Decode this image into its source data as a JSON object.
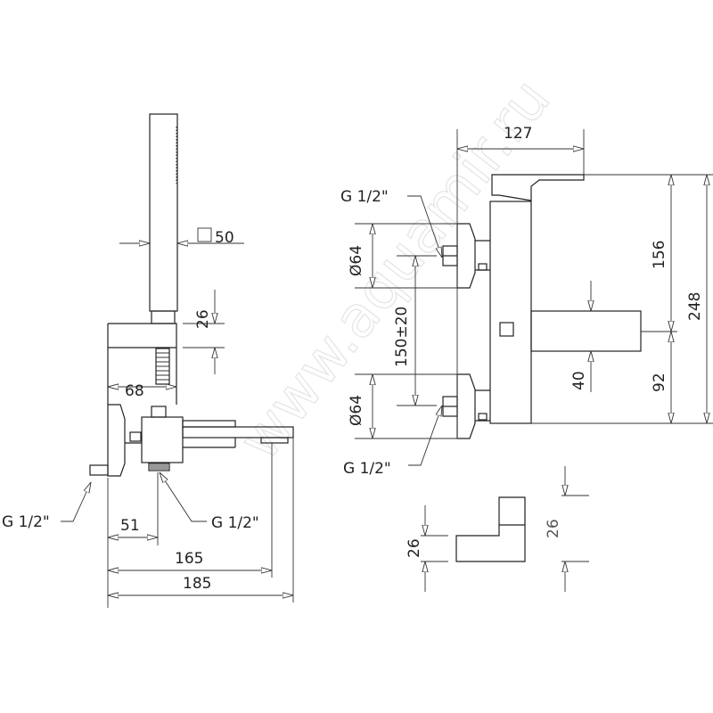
{
  "watermark": "www.aquamir.ru",
  "hand_shower_view": {
    "square_size_label": "50",
    "holder_height_label": "26",
    "holder_width_label": "68"
  },
  "side_view": {
    "inlet_label": "G 1/2\"",
    "outlet_label": "G 1/2\"",
    "dim_51": "51",
    "dim_165": "165",
    "dim_185": "185"
  },
  "front_view": {
    "dim_127": "127",
    "upper_inlet_label": "G 1/2\"",
    "lower_inlet_label": "G  1/2\"",
    "upper_diameter_label": "Ø64",
    "lower_diameter_label": "Ø64",
    "center_distance_label": "150±20",
    "spout_height_label": "40",
    "dim_156": "156",
    "dim_92": "92",
    "dim_248": "248"
  },
  "detail_view": {
    "left_height_label": "26",
    "right_height_label": "26"
  }
}
